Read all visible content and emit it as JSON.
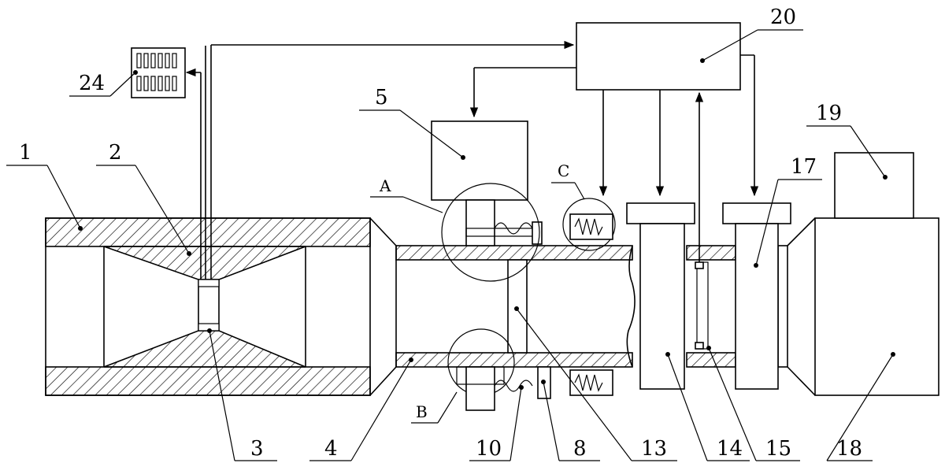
{
  "labels": {
    "l1": "1",
    "l2": "2",
    "l3": "3",
    "l4": "4",
    "l5": "5",
    "l8": "8",
    "l10": "10",
    "l13": "13",
    "l14": "14",
    "l15": "15",
    "l17": "17",
    "l18": "18",
    "l19": "19",
    "l20": "20",
    "l24": "24",
    "lA": "A",
    "lB": "B",
    "lC": "C"
  }
}
